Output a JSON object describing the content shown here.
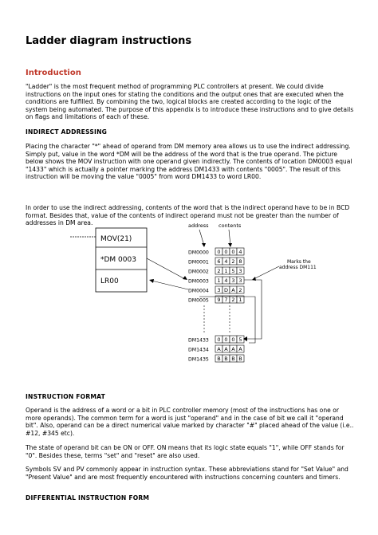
{
  "title": "Ladder diagram instructions",
  "intro_heading": "Introduction",
  "intro_text": "\"Ladder\" is the most frequent method of programming PLC controllers at present. We could divide instructions on the input ones for stating the conditions and the output ones that are executed when the conditions are fulfilled. By combining the two, logical blocks are created according to the logic of the system being automated. The purpose of this appendix is to introduce these instructions and to give details on flags and limitations of each of these.",
  "indirect_heading": "INDIRECT ADDRESSING",
  "indirect_p1": "Placing the character \"*\" ahead of operand from DM memory area allows us to use the indirect addressing. Simply put, value in the word *DM will be the address of the word that is the true operand. The picture below shows the MOV instruction with one operand given indirectly. The contents of location DM0003 equal \"1433\" which is actually a pointer marking the address DM1433 with contents \"0005\". The result of this instruction will be moving the value \"0005\" from word DM1433 to word LR00.",
  "indirect_p2": "In order to use the indirect addressing, contents of the word that is the indirect operand have to be in BCD format. Besides that, value of the contents of indirect operand must not be greater than the number of addresses in DM area.",
  "diagram": {
    "mov_label": "MOV(21)",
    "operand1": "*DM 0003",
    "operand2": "LR00",
    "address_label": "address",
    "contents_label": "contents",
    "marks_label_1": "Marks the",
    "marks_label_2": "address DM111",
    "rows": [
      {
        "addr": "DM0000",
        "digits": [
          "0",
          "0",
          "0",
          "4"
        ]
      },
      {
        "addr": "DM0001",
        "digits": [
          "6",
          "4",
          "2",
          "8"
        ]
      },
      {
        "addr": "DM0002",
        "digits": [
          "2",
          "1",
          "5",
          "3"
        ]
      },
      {
        "addr": "DM0003",
        "digits": [
          "1",
          "4",
          "3",
          "3"
        ]
      },
      {
        "addr": "DM0004",
        "digits": [
          "3",
          "D",
          "A",
          "2"
        ]
      },
      {
        "addr": "DM0005",
        "digits": [
          "9",
          "7",
          "2",
          "1"
        ]
      }
    ],
    "rows2": [
      {
        "addr": "DM1433",
        "digits": [
          "0",
          "0",
          "0",
          "5"
        ]
      },
      {
        "addr": "DM1434",
        "digits": [
          "A",
          "A",
          "A",
          "A"
        ]
      },
      {
        "addr": "DM1435",
        "digits": [
          "B",
          "B",
          "B",
          "B"
        ]
      }
    ]
  },
  "format_heading": "INSTRUCTION FORMAT",
  "format_p1": "Operand is the address of a word or a bit in PLC controller memory (most of the instructions has one or more operands). The common term for a word is just \"operand\" and in the case of bit we call it \"operand bit\". Also, operand can be a direct numerical value marked by character \"#\" placed ahead of the value (i.e.. #12, #345 etc).",
  "format_p2": "The state of operand bit can be ON or OFF. ON means that its logic state equals \"1\", while OFF stands for \"0\". Besides these, terms \"set\" and \"reset\" are also used.",
  "format_p3": "Symbols SV and PV commonly appear in instruction syntax. These abbreviations stand for \"Set Value\" and \"Present Value\" and are most frequently encountered with instructions concerning counters and timers.",
  "diff_heading": "DIFFERENTIAL INSTRUCTION FORM"
}
